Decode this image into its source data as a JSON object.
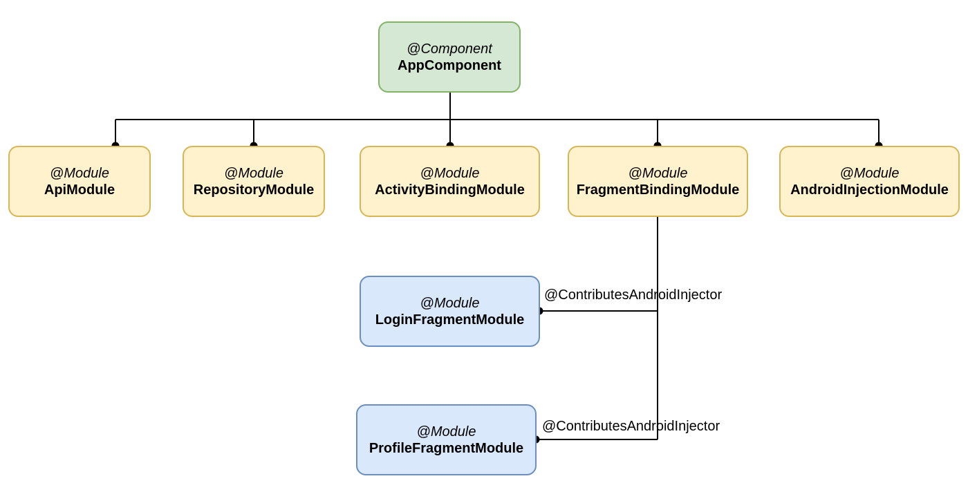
{
  "diagram": {
    "root": {
      "annotation": "@Component",
      "name": "AppComponent",
      "fill": "#d5e8d4",
      "stroke": "#82b366"
    },
    "modules": [
      {
        "annotation": "@Module",
        "name": "ApiModule"
      },
      {
        "annotation": "@Module",
        "name": "RepositoryModule"
      },
      {
        "annotation": "@Module",
        "name": "ActivityBindingModule"
      },
      {
        "annotation": "@Module",
        "name": "FragmentBindingModule"
      },
      {
        "annotation": "@Module",
        "name": "AndroidInjectionModule"
      }
    ],
    "module_fill": "#fff2cc",
    "module_stroke": "#d6b656",
    "fragment_modules": [
      {
        "annotation": "@Module",
        "name": "LoginFragmentModule",
        "edge_label": "@ContributesAndroidInjector"
      },
      {
        "annotation": "@Module",
        "name": "ProfileFragmentModule",
        "edge_label": "@ContributesAndroidInjector"
      }
    ],
    "fragment_fill": "#dae8fc",
    "fragment_stroke": "#6c8ebf",
    "connector_color": "#000000"
  }
}
